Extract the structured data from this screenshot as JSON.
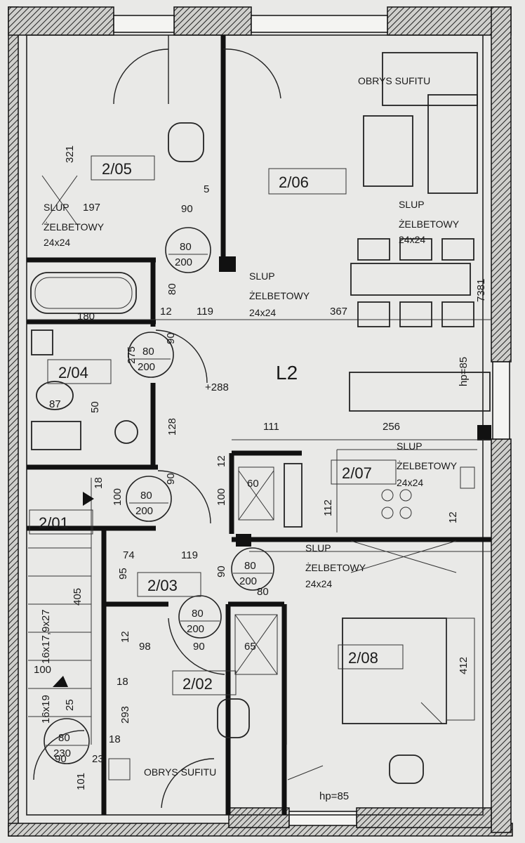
{
  "level": {
    "label": "L2",
    "elevation": "+288"
  },
  "rooms": {
    "r205": "2/05",
    "r206": "2/06",
    "r204": "2/04",
    "r201": "2/01",
    "r203": "2/03",
    "r202": "2/02",
    "r207": "2/07",
    "r208": "2/08"
  },
  "notes": {
    "ceiling_top": "OBRYS SUFITU",
    "ceiling_bottom": "OBRYS SUFITU",
    "column1_a": "SLUP",
    "column1_b": "ŻELBETOWY",
    "column1_c": "24x24",
    "column2_a": "SLUP",
    "column2_b": "ŻELBETOWY",
    "column2_c": "24x24",
    "column3_a": "SLUP",
    "column3_b": "ŻELBETOWY",
    "column3_c": "24x24",
    "column4_a": "SLUP",
    "column4_b": "ŻELBETOWY",
    "column4_c": "24x24",
    "column5_a": "SLUP",
    "column5_b": "ŻELBETOWY",
    "column5_c": "24x24",
    "hp_right": "hp=85",
    "hp_bottom": "hp=85"
  },
  "doors": {
    "d1_w": "80",
    "d1_h": "200",
    "d2_w": "80",
    "d2_h": "200",
    "d3_w": "80",
    "d3_h": "200",
    "d4_w": "80",
    "d4_h": "200",
    "d5_w": "80",
    "d5_h": "200",
    "d6_w": "80",
    "d6_h": "230"
  },
  "dims": {
    "d321": "321",
    "d197": "197",
    "d90a": "90",
    "d5": "5",
    "d180": "180",
    "d80": "80",
    "d12a": "12",
    "d119a": "119",
    "d367": "367",
    "d7381": "7381",
    "d275": "275",
    "d90b": "90",
    "d87": "87",
    "d50": "50",
    "d128": "128",
    "d111": "111",
    "d256": "256",
    "d12b": "12",
    "d100a": "100",
    "d60": "60",
    "d112": "112",
    "d12c": "12",
    "d18a": "18",
    "d100b": "100",
    "d90c": "90",
    "d74": "74",
    "d95": "95",
    "d119b": "119",
    "d90d": "90",
    "d80b": "80",
    "d405": "405",
    "d16x": "16x17,9x27",
    "d100c": "100",
    "d16y": "16x19",
    "d25": "25",
    "d12d": "12",
    "d98": "98",
    "d18b": "18",
    "d293": "293",
    "d65": "65",
    "d90e": "90",
    "d412": "412",
    "d90f": "90",
    "d23": "23",
    "d18c": "18",
    "d101": "101"
  }
}
